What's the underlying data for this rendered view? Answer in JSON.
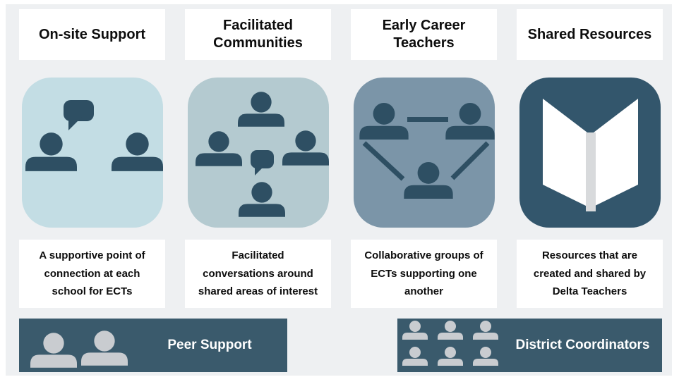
{
  "colors": {
    "page_bg": "#ffffff",
    "panel_bg": "#eef0f2",
    "card_bg": "#ffffff",
    "text_dark": "#0d0d0d",
    "glyph_dark": "#2e4f63",
    "banner_bg": "#3a5a6c",
    "banner_text": "#ffffff",
    "banner_glyph": "#c9ccd0",
    "tile_onsite": "#c3dde4",
    "tile_facilitated": "#b4cad0",
    "tile_ect": "#7b95a8",
    "tile_shared": "#33566c",
    "book_page": "#ffffff",
    "book_spine": "#d8dadc"
  },
  "columns": [
    {
      "header": "On-site Support",
      "description": "A supportive point of\nconnection at each\nschool for ECTs",
      "icon": "two-people-with-speech-bubble",
      "tile_color": "#c3dde4"
    },
    {
      "header": "Facilitated\nCommunities",
      "description": "Facilitated\nconversations around\nshared areas of interest",
      "icon": "four-people-around-speech-bubble",
      "tile_color": "#b4cad0"
    },
    {
      "header": "Early Career\nTeachers",
      "description": "Collaborative groups of\nECTs supporting one\nanother",
      "icon": "three-people-connected-network",
      "tile_color": "#7b95a8"
    },
    {
      "header": "Shared Resources",
      "description": "Resources that are\ncreated and shared by\nDelta Teachers",
      "icon": "open-book",
      "tile_color": "#33566c"
    }
  ],
  "banners": [
    {
      "label": "Peer Support",
      "icon": "two-people",
      "background": "#3a5a6c"
    },
    {
      "label": "District Coordinators",
      "icon": "six-people-grid",
      "background": "#3a5a6c"
    }
  ]
}
